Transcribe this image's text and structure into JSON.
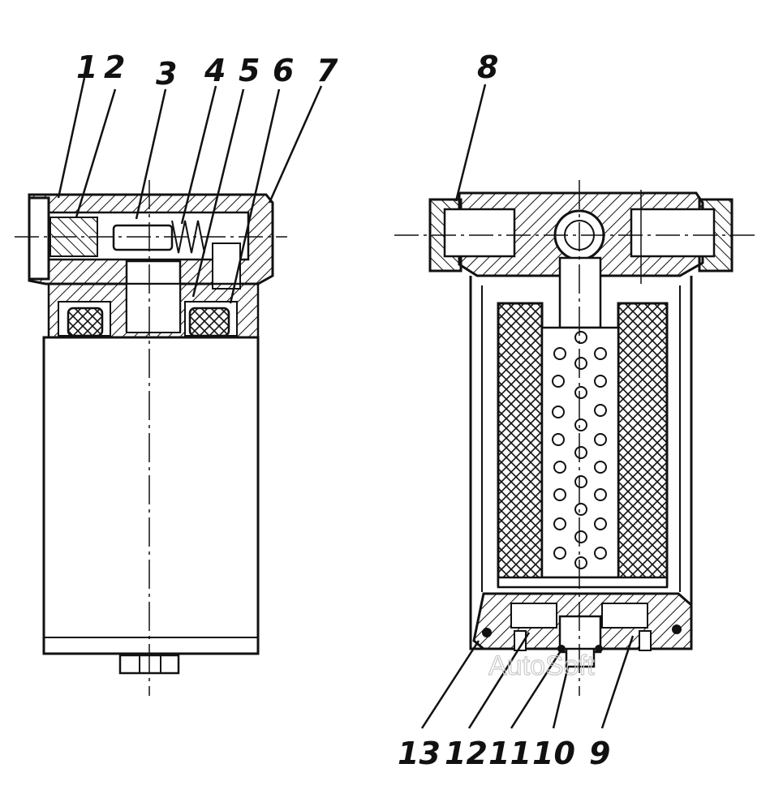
{
  "callouts": {
    "c1": "1",
    "c2": "2",
    "c3": "3",
    "c4": "4",
    "c5": "5",
    "c6": "6",
    "c7": "7",
    "c8": "8",
    "c9": "9",
    "c10": "10",
    "c11": "11",
    "c12": "12",
    "c13": "13"
  },
  "watermark": "AutoSoft",
  "colors": {
    "ink": "#111111",
    "paper": "#ffffff",
    "watermark": "#c9c9c9"
  }
}
